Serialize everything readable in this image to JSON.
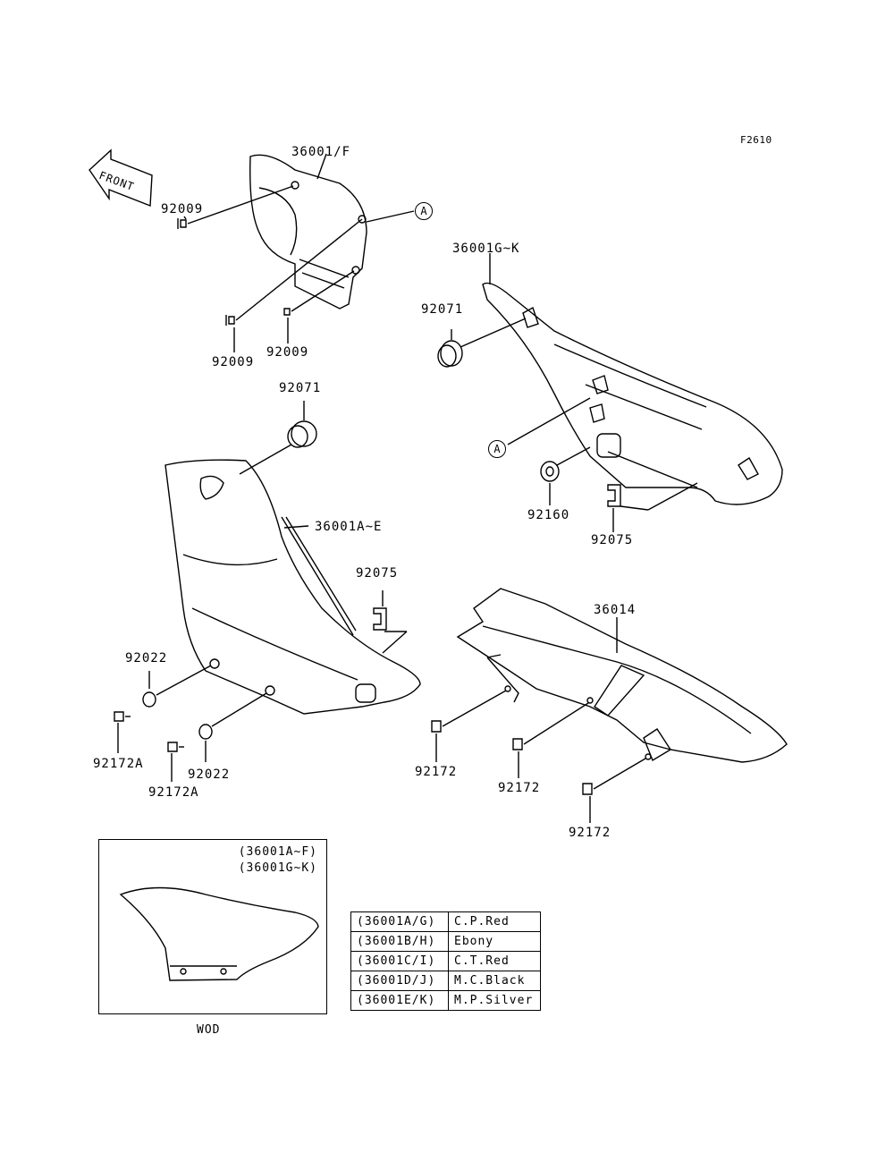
{
  "figure_code": "F2610",
  "front_arrow_text": "FRONT",
  "callout_a": "A",
  "labels": {
    "cover_upper_front": "36001/F",
    "bolt_top_left": "92009",
    "bolt_bottom_a": "92009",
    "bolt_bottom_b": "92009",
    "cover_right": "36001G~K",
    "grommet_right": "92071",
    "grommet_left": "92071",
    "damper_right": "92160",
    "clip_right": "92075",
    "cover_left": "36001A~E",
    "clip_left": "92075",
    "chain_cover": "36014",
    "washer_a": "92022",
    "washer_b": "92022",
    "screw_a": "92172A",
    "screw_b": "92172A",
    "bolt_chain_a": "92172",
    "bolt_chain_b": "92172",
    "bolt_chain_c": "92172"
  },
  "inset": {
    "line1": "(36001A~F)",
    "line2": "(36001G~K)",
    "caption": "WOD"
  },
  "color_table": [
    {
      "part": "(36001A/G)",
      "color": "C.P.Red"
    },
    {
      "part": "(36001B/H)",
      "color": "Ebony"
    },
    {
      "part": "(36001C/I)",
      "color": "C.T.Red"
    },
    {
      "part": "(36001D/J)",
      "color": "M.C.Black"
    },
    {
      "part": "(36001E/K)",
      "color": "M.P.Silver"
    }
  ]
}
